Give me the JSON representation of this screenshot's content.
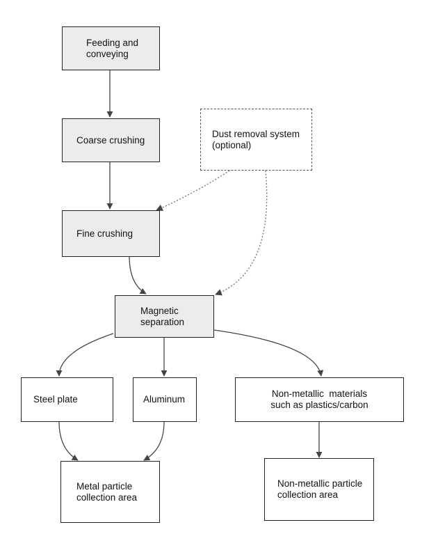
{
  "nodes": {
    "feeding": {
      "lines": [
        "Feeding and",
        "conveying"
      ]
    },
    "coarse": {
      "lines": [
        "Coarse crushing"
      ]
    },
    "dust": {
      "lines": [
        "Dust removal system",
        "(optional)"
      ]
    },
    "fine": {
      "lines": [
        "Fine crushing"
      ]
    },
    "magnetic": {
      "lines": [
        "Magnetic",
        "separation"
      ]
    },
    "steel": {
      "lines": [
        "Steel plate"
      ]
    },
    "aluminum": {
      "lines": [
        "Aluminum"
      ]
    },
    "nonmetallic": {
      "lines": [
        "Non-metallic  materials",
        "such as plastics/carbon"
      ]
    },
    "metal_collection": {
      "lines": [
        "Metal particle",
        "collection area"
      ]
    },
    "nonmetal_collection": {
      "lines": [
        "Non-metallic particle",
        "collection area"
      ]
    }
  },
  "colors": {
    "node_fill": "#ececec",
    "border": "#222222",
    "connector": "#444444",
    "dashed_border": "#555555"
  }
}
